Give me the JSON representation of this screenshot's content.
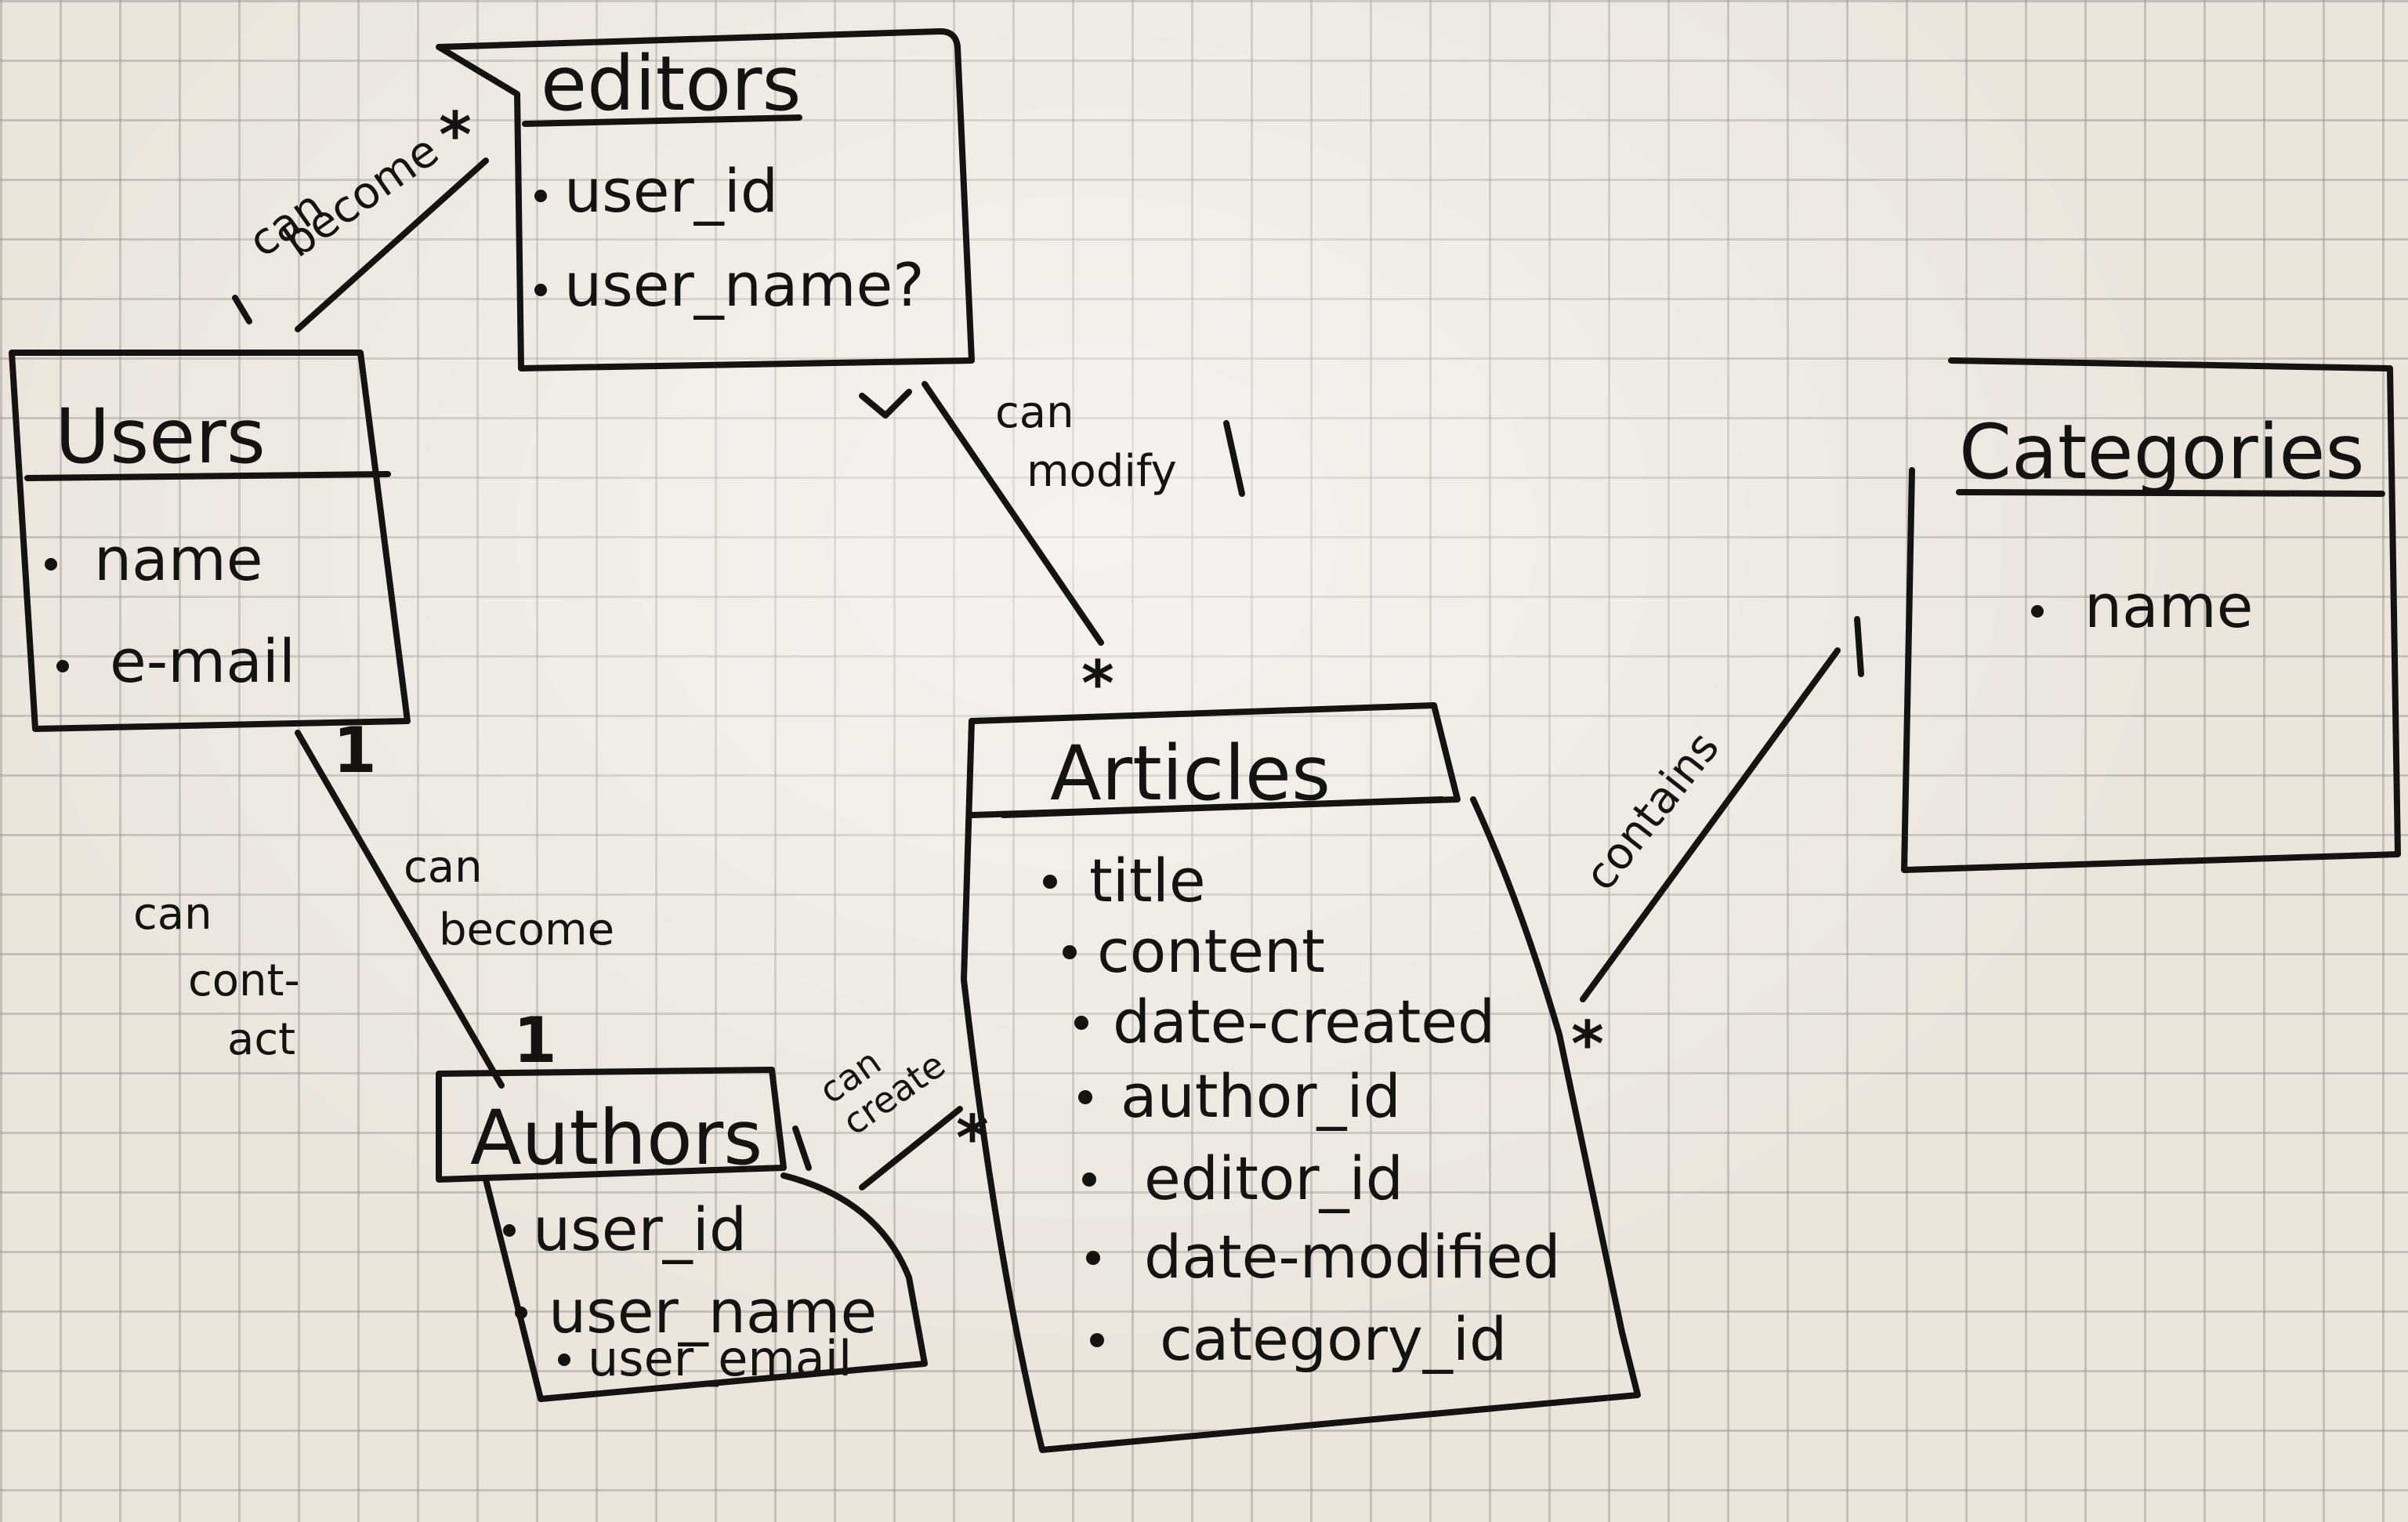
{
  "entities": {
    "editors": {
      "title": "editors",
      "attributes": [
        "user_id",
        "user_name?"
      ]
    },
    "users": {
      "title": "Users",
      "attributes": [
        "name",
        "e-mail"
      ]
    },
    "categories": {
      "title": "Categories",
      "attributes": [
        "name"
      ]
    },
    "articles": {
      "title": "Articles",
      "attributes": [
        "title",
        "content",
        "date-created",
        "author_id",
        "editor_id",
        "date-modified",
        "category_id"
      ]
    },
    "authors": {
      "title": "Authors",
      "attributes": [
        "user_id",
        "user_name",
        "user_email"
      ]
    }
  },
  "relationships": {
    "users_editors": {
      "line1": "can",
      "line2": "become",
      "one": "1",
      "many": "*"
    },
    "editors_articles": {
      "line1": "can",
      "line2": "modify",
      "many": "*"
    },
    "articles_categories": {
      "label": "contains",
      "one": "1",
      "many": "*"
    },
    "users_authors": {
      "line1": "can",
      "line2": "become",
      "one": "1",
      "many": "1"
    },
    "can_contact": {
      "line1": "can",
      "line2": "cont-",
      "line3": "act"
    },
    "authors_articles": {
      "line1": "can",
      "line2": "create",
      "one": "1",
      "many": "*"
    }
  }
}
